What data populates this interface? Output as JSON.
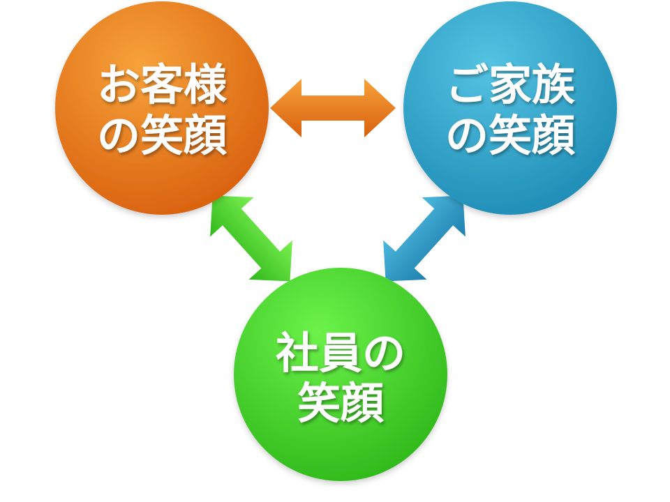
{
  "nodes": {
    "customers": {
      "lines": [
        "お客様",
        "の笑顔"
      ],
      "color_light": "#F7A23A",
      "color_dark": "#D9600E"
    },
    "family": {
      "lines": [
        "ご家族",
        "の笑顔"
      ],
      "color_light": "#54C3E3",
      "color_dark": "#1E8CB5"
    },
    "employees": {
      "lines": [
        "社員の",
        "笑顔"
      ],
      "color_light": "#6CF24A",
      "color_dark": "#2FB81A"
    }
  },
  "arrows": {
    "customers_family": {
      "color_light": "#F7A23A",
      "color_dark": "#D9600E"
    },
    "customers_employees": {
      "color_light": "#7CF052",
      "color_dark": "#2FB81A"
    },
    "family_employees": {
      "color_light": "#4CB8DD",
      "color_dark": "#1E7FAE"
    }
  }
}
